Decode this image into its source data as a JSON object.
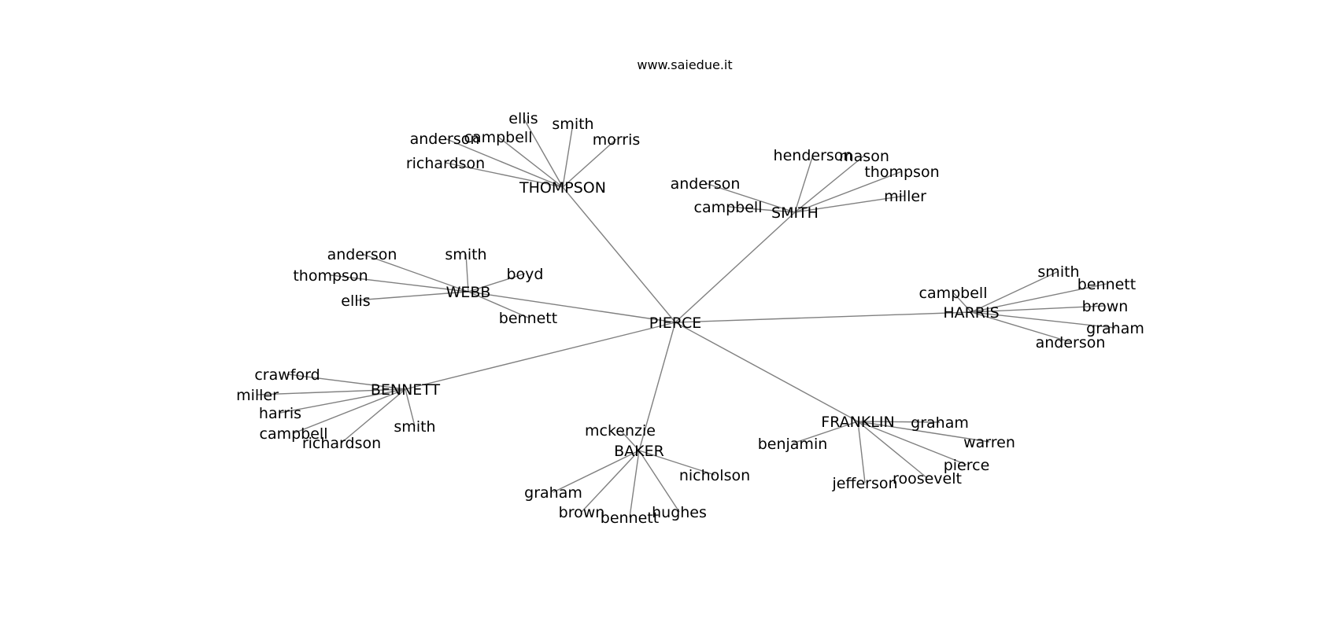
{
  "title": "www.saiedue.it",
  "root": "PIERCE",
  "hubs": [
    {
      "name": "THOMPSON",
      "children": [
        "ellis",
        "smith",
        "anderson",
        "campbell",
        "morris",
        "richardson"
      ]
    },
    {
      "name": "SMITH",
      "children": [
        "henderson",
        "mason",
        "thompson",
        "anderson",
        "miller",
        "campbell"
      ]
    },
    {
      "name": "WEBB",
      "children": [
        "anderson",
        "smith",
        "boyd",
        "thompson",
        "ellis",
        "bennett"
      ]
    },
    {
      "name": "HARRIS",
      "children": [
        "smith",
        "bennett",
        "campbell",
        "brown",
        "graham",
        "anderson"
      ]
    },
    {
      "name": "BENNETT",
      "children": [
        "crawford",
        "miller",
        "harris",
        "smith",
        "campbell",
        "richardson"
      ]
    },
    {
      "name": "BAKER",
      "children": [
        "mckenzie",
        "nicholson",
        "graham",
        "brown",
        "bennett",
        "hughes"
      ]
    },
    {
      "name": "FRANKLIN",
      "children": [
        "graham",
        "benjamin",
        "warren",
        "pierce",
        "roosevelt",
        "jefferson"
      ]
    }
  ]
}
